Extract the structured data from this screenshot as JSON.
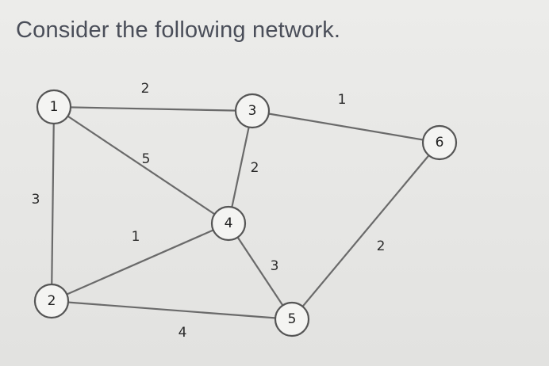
{
  "prompt": "Consider the following network.",
  "network": {
    "nodes": [
      {
        "id": "1",
        "label": "1"
      },
      {
        "id": "2",
        "label": "2"
      },
      {
        "id": "3",
        "label": "3"
      },
      {
        "id": "4",
        "label": "4"
      },
      {
        "id": "5",
        "label": "5"
      },
      {
        "id": "6",
        "label": "6"
      }
    ],
    "edges": [
      {
        "from": "1",
        "to": "3",
        "weight": "2"
      },
      {
        "from": "1",
        "to": "4",
        "weight": "5"
      },
      {
        "from": "1",
        "to": "2",
        "weight": "3"
      },
      {
        "from": "3",
        "to": "6",
        "weight": "1"
      },
      {
        "from": "3",
        "to": "4",
        "weight": "2"
      },
      {
        "from": "2",
        "to": "4",
        "weight": "1"
      },
      {
        "from": "4",
        "to": "5",
        "weight": "3"
      },
      {
        "from": "2",
        "to": "5",
        "weight": "4"
      },
      {
        "from": "5",
        "to": "6",
        "weight": "2"
      }
    ]
  }
}
